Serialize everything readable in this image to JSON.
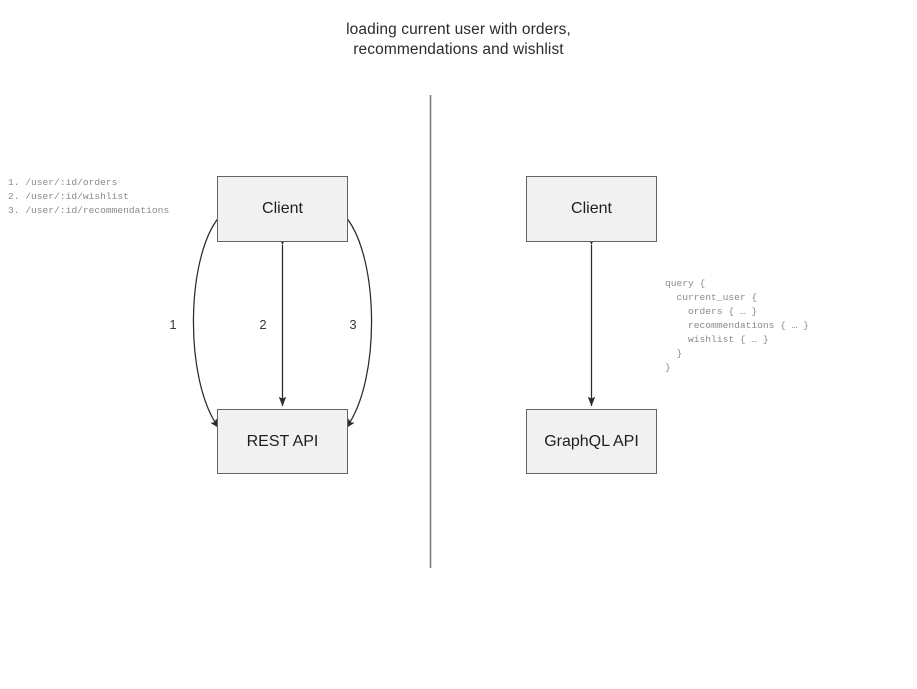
{
  "title": {
    "line1": "loading current user with orders,",
    "line2": "recommendations and wishlist"
  },
  "divider": {
    "orientation": "vertical",
    "color": "#7a7a7a"
  },
  "colors": {
    "node_fill": "#f1f1f1",
    "node_border": "#636363",
    "node_text": "#1e1e1e",
    "arrow": "#2b2b2b",
    "code_text": "#8a8a8a",
    "title_text": "#2b2b2b",
    "background": "#ffffff"
  },
  "rest_side": {
    "client_label": "Client",
    "api_label": "REST API",
    "endpoints": [
      "1. /user/:id/orders",
      "2. /user/:id/wishlist",
      "3. /user/:id/recommendations"
    ],
    "endpoints_text": "1. /user/:id/orders\n2. /user/:id/wishlist\n3. /user/:id/recommendations",
    "edge_labels": [
      "1",
      "2",
      "3"
    ]
  },
  "graphql_side": {
    "client_label": "Client",
    "api_label": "GraphQL API",
    "query_lines": [
      "query {",
      "  current_user {",
      "    orders { … }",
      "    recommendations { … }",
      "    wishlist { … }",
      "  }",
      "}"
    ],
    "query_text": "query {\n  current_user {\n    orders { … }\n    recommendations { … }\n    wishlist { … }\n  }\n}"
  }
}
